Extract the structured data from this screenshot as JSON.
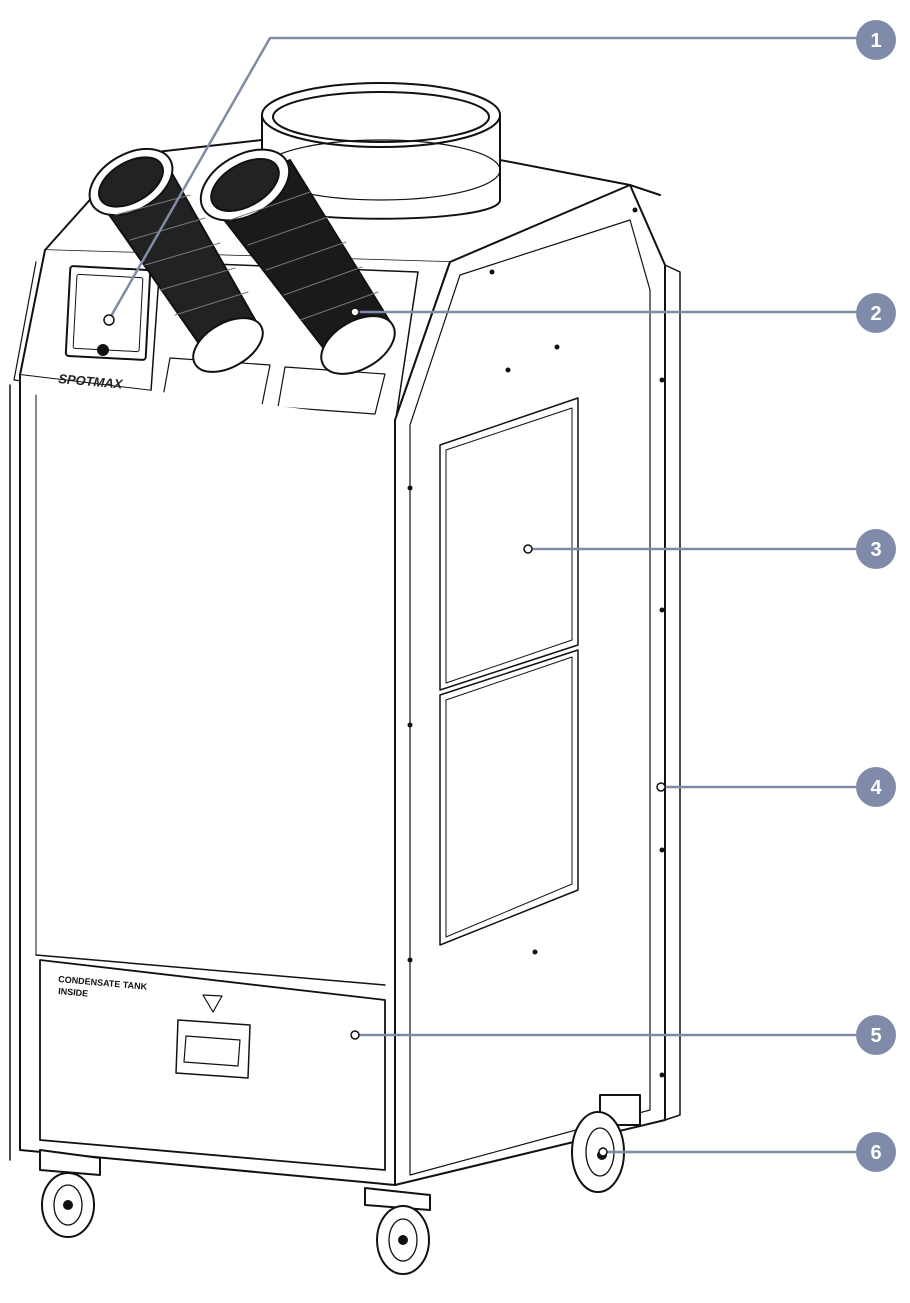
{
  "diagram": {
    "subject": "portable spot cooler",
    "brand_mark": "SPOTMAX",
    "tank_label_line1": "CONDENSATE TANK",
    "tank_label_line2": "INSIDE",
    "callout_color": "#7f8ba8",
    "line_color": "#7f8ba8",
    "callouts": [
      {
        "number": "1"
      },
      {
        "number": "2"
      },
      {
        "number": "3"
      },
      {
        "number": "4"
      },
      {
        "number": "5"
      },
      {
        "number": "6"
      }
    ]
  }
}
